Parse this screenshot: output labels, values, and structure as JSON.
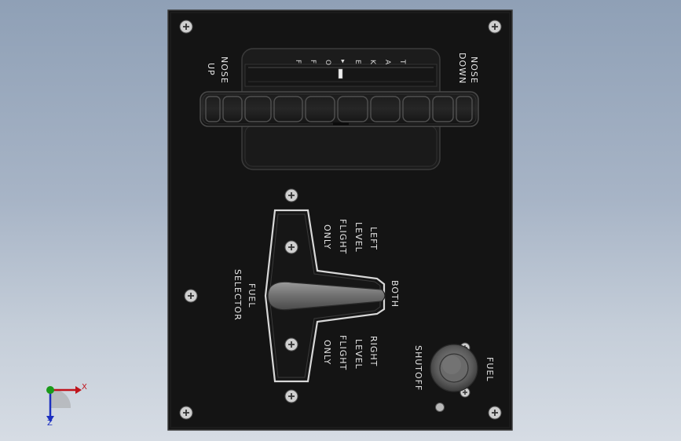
{
  "trim": {
    "nose_down_line1": "NOSE",
    "nose_down_line2": "DOWN",
    "nose_up_line1": "NOSE",
    "nose_up_line2": "UP",
    "takeoff_letters": [
      "T",
      "A",
      "K",
      "E",
      "▸",
      "O",
      "F",
      "F"
    ]
  },
  "fuel_selector": {
    "title_line1": "FUEL",
    "title_line2": "SELECTOR",
    "left_line1": "LEFT",
    "left_line2": "LEVEL",
    "left_line3": "FLIGHT",
    "left_line4": "ONLY",
    "both": "BOTH",
    "right_line1": "RIGHT",
    "right_line2": "LEVEL",
    "right_line3": "FLIGHT",
    "right_line4": "ONLY"
  },
  "fuel_shutoff": {
    "line1": "FUEL",
    "line2": "SHUTOFF"
  },
  "triad": {
    "x_label": "X",
    "z_label": "Z",
    "x_color": "#c0141c",
    "y_color": "#1a9a1a",
    "z_color": "#1c2fc0"
  }
}
